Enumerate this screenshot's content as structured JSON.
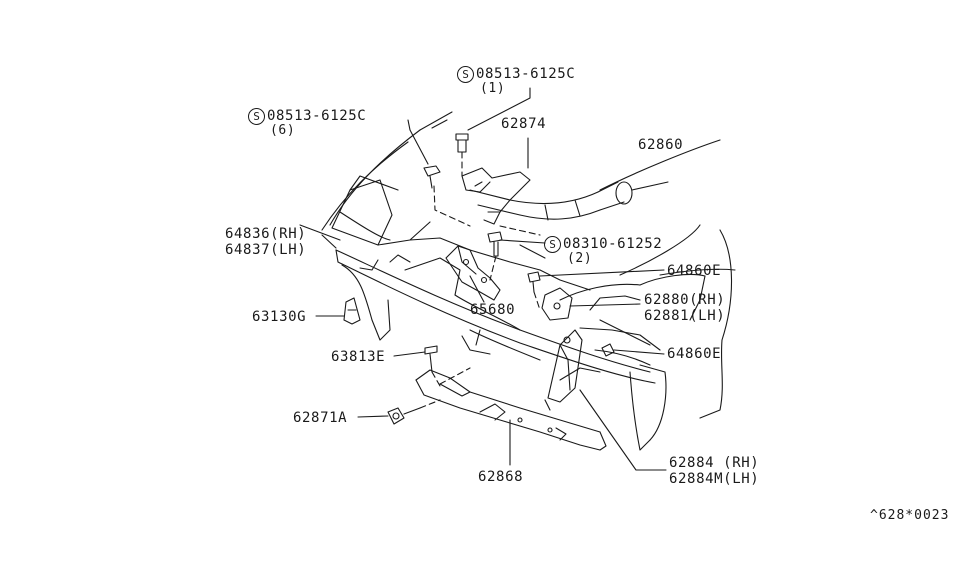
{
  "diagram": {
    "labels": {
      "bolt_top": "08513-6125C",
      "bolt_top_qty": "(1)",
      "bolt_left": "08513-6125C",
      "bolt_left_qty": "(6)",
      "bracket_upper": "62874",
      "air_duct": "62860",
      "screw_center": "08310-61252",
      "screw_center_qty": "(2)",
      "seal_rh": "64836(RH)",
      "seal_lh": "64837(LH)",
      "clip_a": "64860E",
      "clip_b": "64860E",
      "bracket_center": "65680",
      "bracket_side_rh": "62880(RH)",
      "bracket_side_lh": "62881(LH)",
      "clip_left": "63130G",
      "clip_rivet": "63813E",
      "bolt_lower": "62871A",
      "lower_stay": "62868",
      "side_stay_rh": "62884 (RH)",
      "side_stay_lh": "62884M(LH)",
      "s_symbol": "S",
      "reference": "^628*0023"
    },
    "colors": {
      "ink": "#1a1a1a",
      "background": "#ffffff"
    }
  }
}
